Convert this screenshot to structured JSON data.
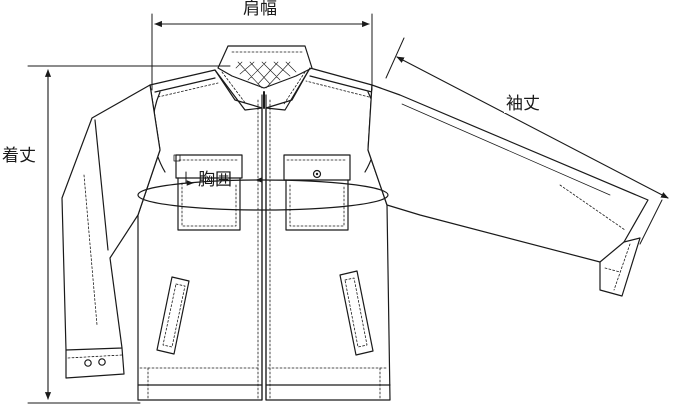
{
  "labels": {
    "shoulder_width": "肩幅",
    "sleeve_length": "袖丈",
    "body_length": "着丈",
    "chest": "胸囲"
  },
  "colors": {
    "line": "#1a1a1a",
    "background": "#ffffff"
  }
}
